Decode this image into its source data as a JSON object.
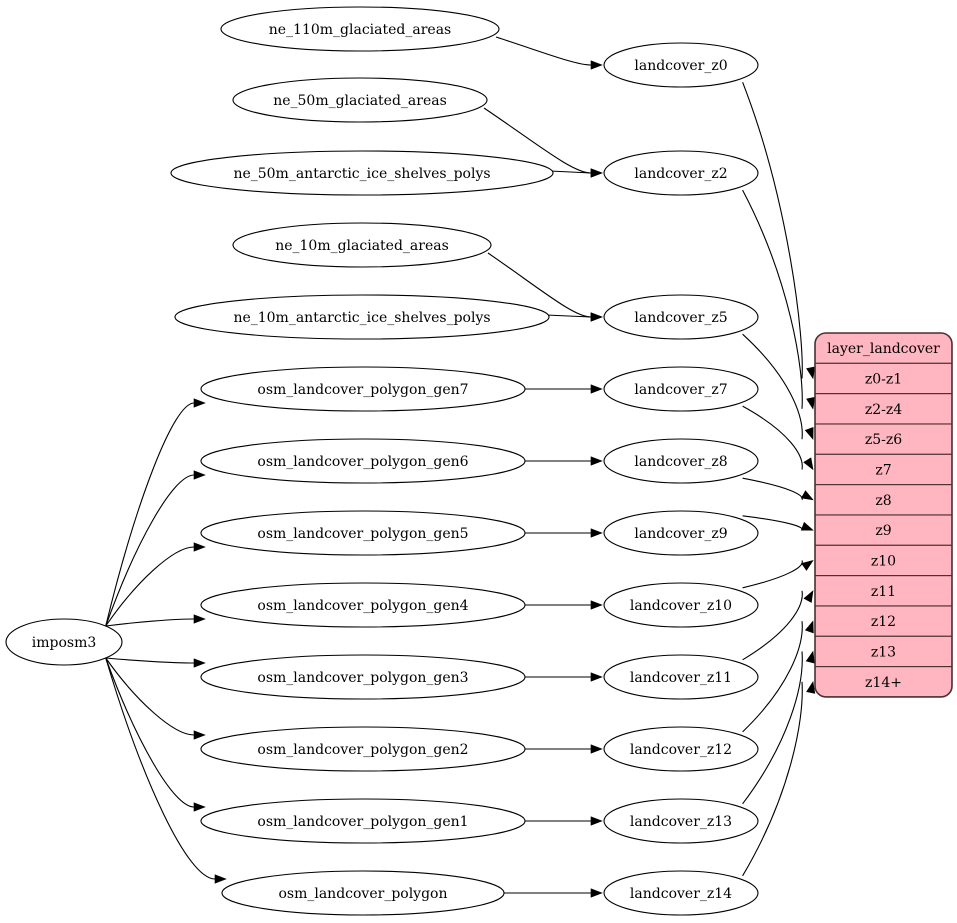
{
  "diagram": {
    "title": "landcover layer data flow",
    "type": "graph",
    "background_color": "#ffffff",
    "edge_color": "#000000",
    "node_fill": "#ffffff",
    "node_stroke": "#000000",
    "table_fill": "#ffb6c1",
    "table_stroke": "#4a3033"
  },
  "source_node": {
    "id": "imposm3",
    "label": "imposm3",
    "shape": "ellipse"
  },
  "input_nodes": [
    {
      "id": "ne_110m_glaciated_areas",
      "label": "ne_110m_glaciated_areas",
      "shape": "ellipse"
    },
    {
      "id": "ne_50m_glaciated_areas",
      "label": "ne_50m_glaciated_areas",
      "shape": "ellipse"
    },
    {
      "id": "ne_50m_antarctic_ice_shelves_polys",
      "label": "ne_50m_antarctic_ice_shelves_polys",
      "shape": "ellipse"
    },
    {
      "id": "ne_10m_glaciated_areas",
      "label": "ne_10m_glaciated_areas",
      "shape": "ellipse"
    },
    {
      "id": "ne_10m_antarctic_ice_shelves_polys",
      "label": "ne_10m_antarctic_ice_shelves_polys",
      "shape": "ellipse"
    },
    {
      "id": "osm_landcover_polygon_gen7",
      "label": "osm_landcover_polygon_gen7",
      "shape": "ellipse"
    },
    {
      "id": "osm_landcover_polygon_gen6",
      "label": "osm_landcover_polygon_gen6",
      "shape": "ellipse"
    },
    {
      "id": "osm_landcover_polygon_gen5",
      "label": "osm_landcover_polygon_gen5",
      "shape": "ellipse"
    },
    {
      "id": "osm_landcover_polygon_gen4",
      "label": "osm_landcover_polygon_gen4",
      "shape": "ellipse"
    },
    {
      "id": "osm_landcover_polygon_gen3",
      "label": "osm_landcover_polygon_gen3",
      "shape": "ellipse"
    },
    {
      "id": "osm_landcover_polygon_gen2",
      "label": "osm_landcover_polygon_gen2",
      "shape": "ellipse"
    },
    {
      "id": "osm_landcover_polygon_gen1",
      "label": "osm_landcover_polygon_gen1",
      "shape": "ellipse"
    },
    {
      "id": "osm_landcover_polygon",
      "label": "osm_landcover_polygon",
      "shape": "ellipse"
    }
  ],
  "mid_nodes": [
    {
      "id": "landcover_z0",
      "label": "landcover_z0",
      "shape": "ellipse"
    },
    {
      "id": "landcover_z2",
      "label": "landcover_z2",
      "shape": "ellipse"
    },
    {
      "id": "landcover_z5",
      "label": "landcover_z5",
      "shape": "ellipse"
    },
    {
      "id": "landcover_z7",
      "label": "landcover_z7",
      "shape": "ellipse"
    },
    {
      "id": "landcover_z8",
      "label": "landcover_z8",
      "shape": "ellipse"
    },
    {
      "id": "landcover_z9",
      "label": "landcover_z9",
      "shape": "ellipse"
    },
    {
      "id": "landcover_z10",
      "label": "landcover_z10",
      "shape": "ellipse"
    },
    {
      "id": "landcover_z11",
      "label": "landcover_z11",
      "shape": "ellipse"
    },
    {
      "id": "landcover_z12",
      "label": "landcover_z12",
      "shape": "ellipse"
    },
    {
      "id": "landcover_z13",
      "label": "landcover_z13",
      "shape": "ellipse"
    },
    {
      "id": "landcover_z14",
      "label": "landcover_z14",
      "shape": "ellipse"
    }
  ],
  "layer_table": {
    "id": "layer_landcover",
    "header": "layer_landcover",
    "rows": [
      {
        "label": "z0-z1"
      },
      {
        "label": "z2-z4"
      },
      {
        "label": "z5-z6"
      },
      {
        "label": "z7"
      },
      {
        "label": "z8"
      },
      {
        "label": "z9"
      },
      {
        "label": "z10"
      },
      {
        "label": "z11"
      },
      {
        "label": "z12"
      },
      {
        "label": "z13"
      },
      {
        "label": "z14+"
      }
    ]
  }
}
